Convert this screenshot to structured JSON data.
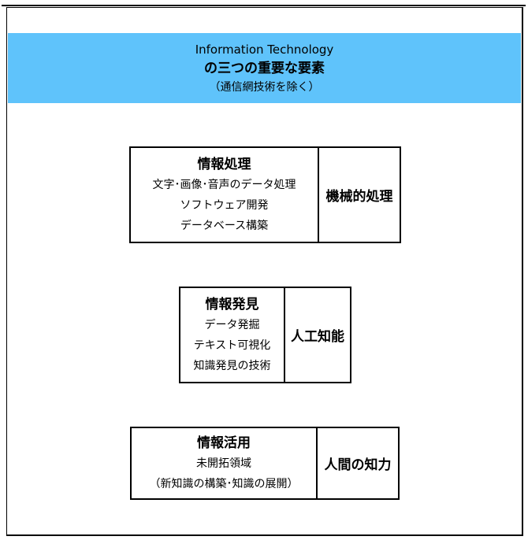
{
  "header": {
    "line1": "Information Technology",
    "line2": "の三つの重要な要素",
    "line3": "（通信網技術を除く）"
  },
  "boxes": [
    {
      "title": "情報処理",
      "lines": [
        "文字･画像･音声のデータ処理",
        "ソフトウェア開発",
        "データベース構築"
      ],
      "category": "機械的処理"
    },
    {
      "title": "情報発見",
      "lines": [
        "データ発掘",
        "テキスト可視化",
        "知識発見の技術"
      ],
      "category": "人工知能"
    },
    {
      "title": "情報活用",
      "lines": [
        "未開拓領域",
        "（新知識の構築･知識の展開）"
      ],
      "category": "人間の知力"
    }
  ],
  "colors": {
    "banner": "#5fc3fb"
  }
}
